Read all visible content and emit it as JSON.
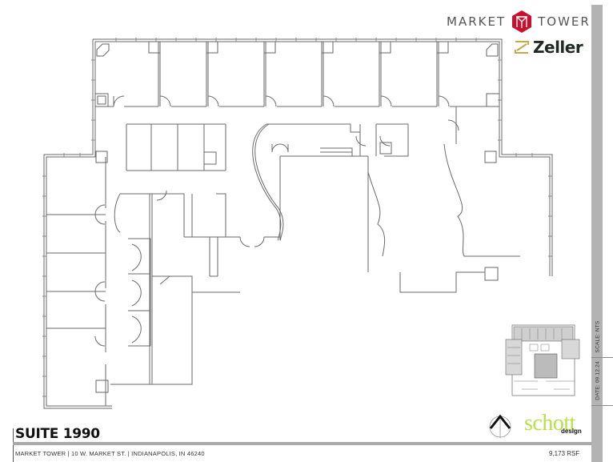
{
  "header": {
    "brand_left": "MARKET",
    "brand_right": "TOWER",
    "brand_mark": "market-tower-hexagon-logo",
    "brand_color": "#c8102e",
    "partner": "Zeller",
    "partner_mark": "zeller-z-logo",
    "partner_mark_color": "#c9a84a"
  },
  "sidebar": {
    "scale_label": "SCALE: NTS",
    "date_label": "DATE: 09.12.24",
    "color": "#b3b3b3"
  },
  "title_block": {
    "suite": "SUITE 1990",
    "address": "MARKET TOWER  |  10 W. MARKET ST.  |  INDIANAPOLIS, IN 46240",
    "area": "9,173 RSF",
    "designer": "schott",
    "designer_sub": "design",
    "designer_color": "#b6e14a",
    "north_arrow": "north-arrow-icon"
  },
  "floor_plan": {
    "suite_outline": "L-shaped office suite with perimeter offices",
    "wall_color": "#666666",
    "keyplan_hatch_color": "#c8c8c8"
  }
}
